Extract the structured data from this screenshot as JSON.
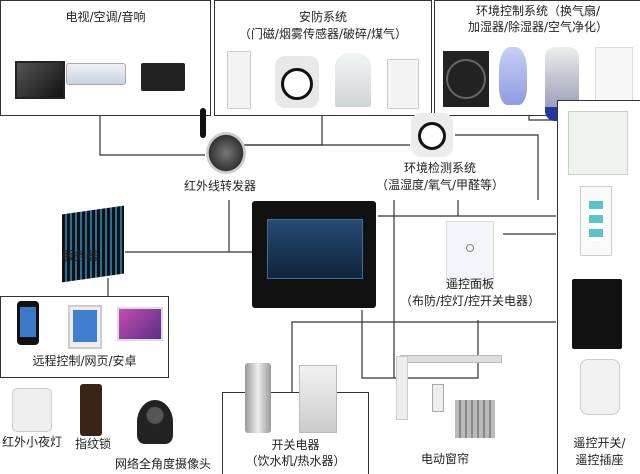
{
  "groups": {
    "av": {
      "title": "电视/空调/音响"
    },
    "security": {
      "title": "安防系统",
      "subtitle": "（门磁/烟雾传感器/破碎/煤气）"
    },
    "env_control": {
      "title": "环境控制系统（换气扇/",
      "subtitle": "加湿器/除湿器/空气净化）"
    },
    "remote": {
      "title": "远程控制/网页/安卓"
    },
    "appliances": {
      "title": "开关电器",
      "subtitle": "（饮水机/热水器）"
    },
    "switches": {
      "title": "遥控开关/",
      "subtitle": "遥控插座"
    }
  },
  "devices": {
    "ir_repeater": "红外线转发器",
    "env_sensor": {
      "title": "环境检测系统",
      "subtitle": "（温湿度/氧气/甲醛等）"
    },
    "server": "服务器",
    "remote_panel": {
      "title": "遥控面板",
      "subtitle": "（布防/控灯/控开关电器）"
    },
    "curtain": "电动窗帘",
    "night_light": "红外小夜灯",
    "fingerprint_lock": "指纹锁",
    "camera": "网络全角度摄像头"
  },
  "colors": {
    "line": "#333333",
    "panel": "#111111",
    "screen": "#1d3a5c"
  }
}
